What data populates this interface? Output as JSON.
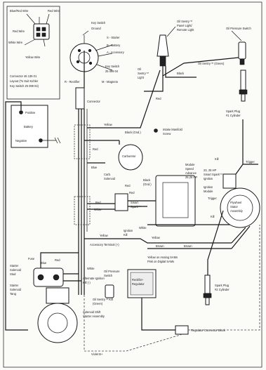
{
  "diagram": {
    "connector_inset": {
      "wire_blue_red": "Blue/Red Wire",
      "wire_red": "Red Wire",
      "wire_red2": "Red Wire",
      "wire_white": "White Wire",
      "wire_yellow": "Yellow Wire",
      "caption_l1": "Connector 46 135 01",
      "caption_l2": "Layout (To Suit Kohler",
      "caption_l3": "Key Switch 25 099 04)"
    },
    "key_switch": {
      "title": "Key Switch",
      "ground": "Ground",
      "starter": "S - Starter",
      "battery": "B - Battery",
      "accessory": "A - Accessory",
      "part_l1": "Key Switch",
      "part_l2": "25 099 04",
      "rectifier": "R - Rectifier",
      "magneto": "M - Magneto",
      "connector": "Connector"
    },
    "battery": {
      "positive": "Positive",
      "battery": "Battery",
      "negative": "Negative"
    },
    "top_right": {
      "oil_sentry_panel_l1": "Oil Sentry™",
      "oil_sentry_panel_l2": "Panel Light/",
      "oil_sentry_panel_l3": "Remote Light",
      "oil_pressure_switch": "Oil Pressure Switch",
      "oil_sentry_light_l1": "Oil",
      "oil_sentry_light_l2": "Sentry™",
      "oil_sentry_light_l3": "Light",
      "black": "Black",
      "oil_sentry_green": "Oil Sentry™ (Green)",
      "red": "Red",
      "spark_plug_l1": "Spark Plug",
      "spark_plug_l2": "#1 Cylinder"
    },
    "middle": {
      "yellow_top": "Yellow",
      "black_gnd": "Black (Gnd.)",
      "intake_l1": "Intake Manifold",
      "intake_l2": "Screw",
      "red_l": "Red",
      "blue_l": "Blue",
      "carburetor": "Carburetor",
      "carb_sol_l1": "Carb.",
      "carb_sol_l2": "Solenoid",
      "red_mid": "Red",
      "black_gnd2_l1": "Black",
      "black_gnd2_l2": "(Gnd.)",
      "module_l1": "Module",
      "module_l2": "Speed",
      "module_l3": "Advance",
      "module_l4": "25,26 HP",
      "red_left": "Red",
      "white_left": "White",
      "smart_spark_l1": "Smart",
      "smart_spark_l2": "Spark™",
      "red_small": "Red",
      "ignition_l1": "Ignition",
      "ignition_l2": "Kill",
      "white_mod": "White",
      "yellow_accessory": "Yellow",
      "accessory_terminal": "Accessory Terminal (+)",
      "yellow_bot": "Yellow",
      "brown1": "Brown",
      "brown2": "Brown",
      "analog_l1": "Yellow on Analog SAMs",
      "analog_l2": "Pink on Digital SAMs"
    },
    "right": {
      "kill": "Kill",
      "trigger": "Trigger",
      "hp_l1": "23, 25 HP",
      "hp_l2": "Smart Spark™",
      "hp_l3": "Ignition",
      "ign_module_l1": "Ignition",
      "ign_module_l2": "Module",
      "trigger2": "Trigger",
      "kill2": "Kill",
      "flywheel_l1": "Flywheel",
      "flywheel_l2": "Stator",
      "flywheel_l3": "Assembly",
      "spark_plug2_l1": "Spark Plug",
      "spark_plug2_l2": "#2 Cylinder"
    },
    "bottom": {
      "starter_sol_l1": "Starter",
      "starter_sol_l2": "Solenoid",
      "starter_sol_l3": "Stud",
      "blue": "Blue",
      "fuse": "Fuse",
      "red": "Red",
      "starter_tang_l1": "Starter",
      "starter_tang_l2": "Solenoid",
      "starter_tang_l3": "Tang",
      "white": "White",
      "alt_ign_l1": "Alternate Ignition",
      "alt_ign_l2": "Kill (-)",
      "oil_pressure_l1": "Oil Pressure",
      "oil_pressure_l2": "Switch",
      "rectifier_l1": "Rectifier-",
      "rectifier_l2": "Regulator",
      "oil_sentry_kill_l1": "Oil Sentry™ Kill",
      "oil_sentry_kill_l2": "(Green)",
      "solenoid_shift_l1": "Solenoid Shift",
      "solenoid_shift_l2": "Starter Assembly",
      "reg_block": "Regulator Connector Block",
      "violet": "Violet B+"
    }
  }
}
